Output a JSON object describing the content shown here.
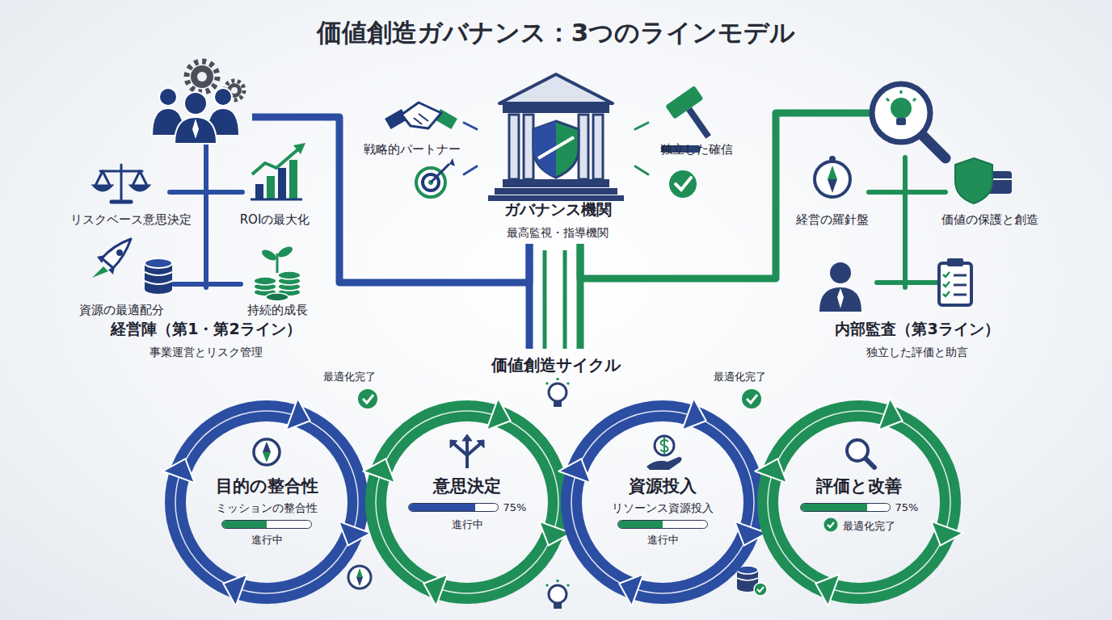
{
  "diagram": {
    "title": "価値創造ガバナンス：3つのラインモデル",
    "nodes": [
      {
        "text": [
          "ガバナンス機関",
          "最高監視・指導機関"
        ]
      },
      {
        "text": [
          "経営陣（第1・第2ライン）",
          "事業運営とリスク管理"
        ]
      },
      {
        "text": [
          "内部監査（第3ライン）",
          "独立した評価と助言"
        ]
      },
      {
        "text": [
          "目的の整合性",
          "ミッションの整合性",
          "進行中"
        ]
      },
      {
        "text": [
          "意思決定",
          "75%",
          "進行中"
        ]
      },
      {
        "text": [
          "資源投入",
          "リソーンス資源投入",
          "進行中"
        ]
      },
      {
        "text": [
          "評価と改善",
          "75%",
          "最適化完了"
        ]
      }
    ],
    "edges": [
      {
        "from": 1,
        "to": 0,
        "arrow": "none"
      },
      {
        "from": 2,
        "to": 0,
        "arrow": "none"
      }
    ],
    "labels": [
      "戦略的パートナー",
      "独立した確信",
      "リスクベース意思決定",
      "ROIの最大化",
      "資源の最適配分",
      "持続的成長",
      "経営の羅針盤",
      "価値の保護と創造",
      "価値創造サイクル",
      "最適化完了",
      "最適化完了"
    ]
  }
}
